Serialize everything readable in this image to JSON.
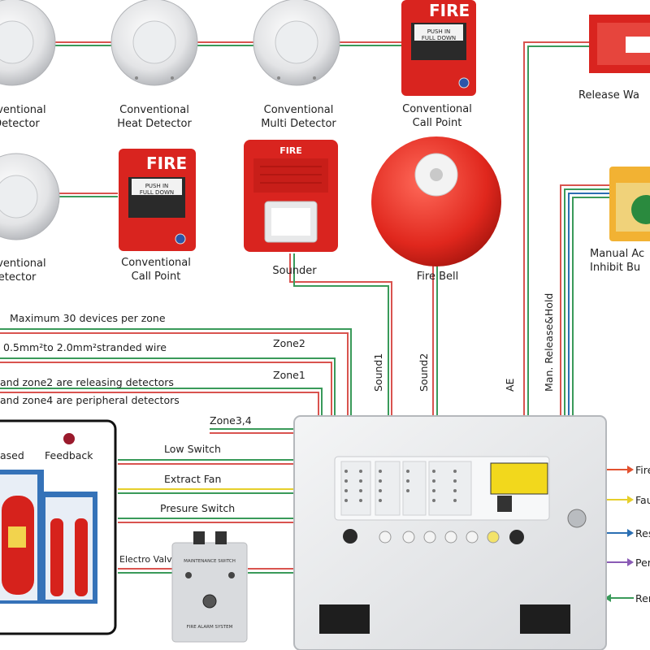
{
  "devices": {
    "smoke_detector_top_line1": "onventional",
    "smoke_detector_top_line2": "e Detector",
    "heat_detector_line1": "Conventional",
    "heat_detector_line2": "Heat Detector",
    "multi_detector_line1": "Conventional",
    "multi_detector_line2": "Multi  Detector",
    "call_point_top_line1": "Conventional",
    "call_point_top_line2": "Call Point",
    "release_warning": "Release Wa",
    "multi_detector2_line1": "onventional",
    "multi_detector2_line2": "i  Detector",
    "call_point_2_line1": "Conventional",
    "call_point_2_line2": "Call Point",
    "sounder": "Sounder",
    "fire_bell": "Fire Bell",
    "manual_abort_line1": "Manual Ac",
    "manual_abort_line2": "Inhibit Bu",
    "fire_word": "FIRE",
    "push_in_line1": "PUSH  IN",
    "push_in_line2": "FULL DOWN"
  },
  "notes": {
    "max_devices": "Maximum 30 devices per zone",
    "wire": "0.5mm²to 2.0mm²stranded  wire",
    "zone_release": "and  zone2  are releasing detectors",
    "zone_peripheral": "and  zone4  are  peripheral detectors",
    "zone2": "Zone2",
    "zone1": "Zone1",
    "zone34": "Zone3,4"
  },
  "vertical_labels": {
    "sound1": "Sound1",
    "sound2": "Sound2",
    "ae": "AE",
    "man_release": "Man. Release&Hold"
  },
  "inputs": {
    "low_switch": "Low Switch",
    "extract_fan": "Extract Fan",
    "pressure_switch": "Presure Switch",
    "electro_valve": "Electro Valv",
    "released": "ased",
    "feedback": "Feedback",
    "maintenance_switch": "MAINTENANCE SWITCH",
    "fire_alarm_system": "FIRE ALARM SYSTEM"
  },
  "outputs": {
    "fire": "Fire",
    "fault": "Fau",
    "reset": "Res",
    "peripheral": "Per",
    "remote": "Rem"
  },
  "colors": {
    "wire_red": "#d9534f",
    "wire_green": "#3a9a5a",
    "wire_yellow": "#e6cf2a",
    "device_red": "#d9241f",
    "panel_grey": "#e9eaec"
  }
}
